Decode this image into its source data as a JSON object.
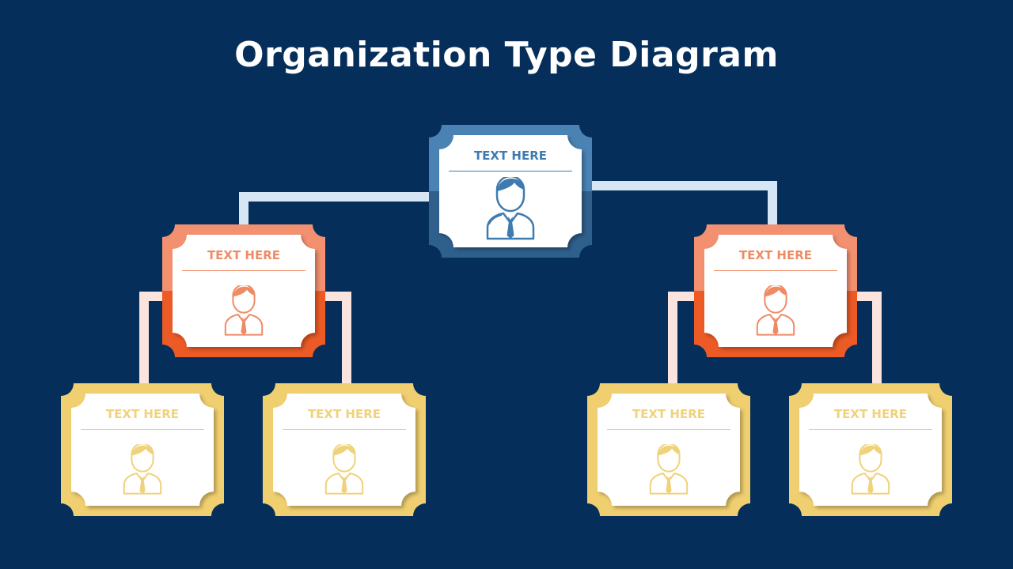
{
  "title": "Organization Type Diagram",
  "colors": {
    "background": "#052f5a",
    "connector_primary": "#d7e6f4",
    "connector_secondary": "#fbe3de",
    "top_frame_light": "#4a82b3",
    "top_frame_dark": "#2f5f8c",
    "top_text": "#3e7bb0",
    "mid_frame_light": "#f39070",
    "mid_frame_dark": "#ec5a25",
    "mid_text": "#ef8b64",
    "leaf_frame": "#f0cf70",
    "leaf_text": "#efd27a"
  },
  "nodes": {
    "top": {
      "label": "TEXT HERE",
      "icon": "person-icon"
    },
    "mid_left": {
      "label": "TEXT HERE",
      "icon": "person-icon"
    },
    "mid_right": {
      "label": "TEXT HERE",
      "icon": "person-icon"
    },
    "leaf_1": {
      "label": "TEXT HERE",
      "icon": "person-icon"
    },
    "leaf_2": {
      "label": "TEXT HERE",
      "icon": "person-icon"
    },
    "leaf_3": {
      "label": "TEXT HERE",
      "icon": "person-icon"
    },
    "leaf_4": {
      "label": "TEXT HERE",
      "icon": "person-icon"
    }
  }
}
